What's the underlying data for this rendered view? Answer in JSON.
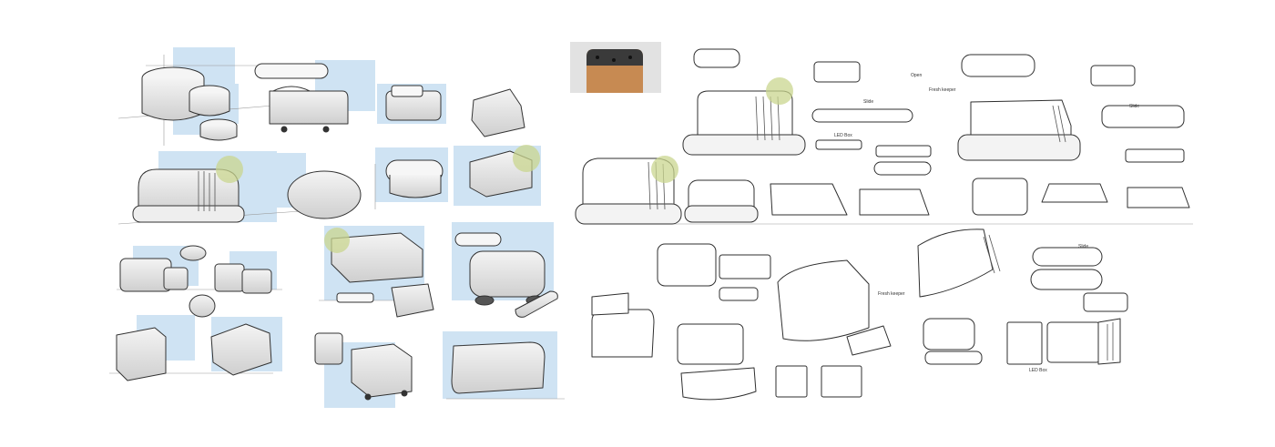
{
  "sheet": {
    "colors": {
      "paper": "#ffffff",
      "highlight_blue": "#cfe3f3",
      "accent_green": "#c9d68f",
      "stroke": "#333333",
      "shadow": "#8a8a8a",
      "wood": "#c78a52",
      "lid": "#3a3a3a"
    },
    "notes": {
      "slide_1": "Slide",
      "slide_2": "Slide",
      "slide_3": "Slide",
      "open": "Open",
      "fresh_keeper_1": "Fresh keeper",
      "fresh_keeper_2": "Fresh keeper",
      "led_box": "LED Box",
      "led_strip": "LED Box"
    }
  }
}
